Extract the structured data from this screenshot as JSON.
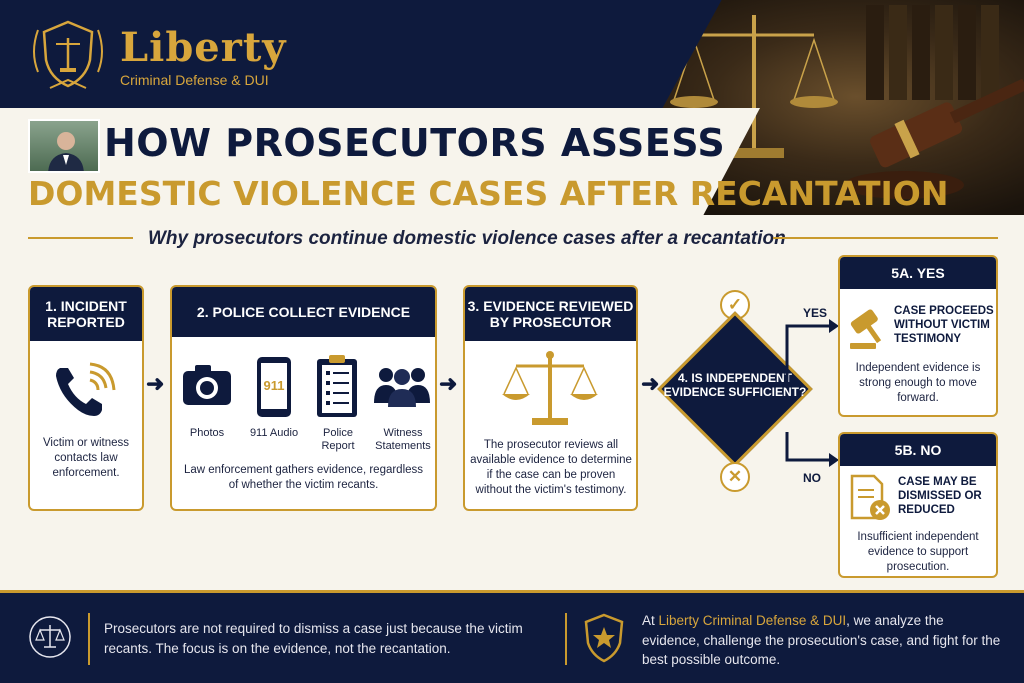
{
  "brand": {
    "name": "Liberty",
    "tagline": "Criminal Defense & DUI"
  },
  "title": {
    "line1": "HOW PROSECUTORS ASSESS",
    "line2": "DOMESTIC VIOLENCE CASES AFTER RECANTATION",
    "subtitle": "Why prosecutors continue domestic violence cases after a recantation"
  },
  "steps": {
    "step1": {
      "heading": "1. INCIDENT REPORTED",
      "text": "Victim or witness contacts law enforcement."
    },
    "step2": {
      "heading": "2. POLICE COLLECT EVIDENCE",
      "icons": [
        "Photos",
        "911 Audio",
        "Police Report",
        "Witness Statements"
      ],
      "phone_text": "911",
      "text": "Law enforcement gathers evidence, regardless of whether the victim recants."
    },
    "step3": {
      "heading": "3. EVIDENCE REVIEWED BY PROSECUTOR",
      "text": "The prosecutor reviews all available evidence to determine if the case can be proven without the victim's testimony."
    },
    "step4": {
      "text": "4. IS INDEPENDENT EVIDENCE SUFFICIENT?",
      "check": "✓",
      "cross": "✕"
    },
    "yes_label": "YES",
    "no_label": "NO",
    "step5a": {
      "heading": "5A. YES",
      "title": "CASE PROCEEDS WITHOUT VICTIM TESTIMONY",
      "text": "Independent evidence is strong enough to move forward."
    },
    "step5b": {
      "heading": "5B. NO",
      "title": "CASE MAY BE DISMISSED OR REDUCED",
      "text": "Insufficient independent evidence to support prosecution."
    }
  },
  "footer": {
    "left_text": "Prosecutors are not required to dismiss a case just because the victim recants. The focus is on the evidence, not the recantation.",
    "right_prefix": "At ",
    "right_brand": "Liberty Criminal Defense & DUI",
    "right_suffix": ", we analyze the evidence, challenge the prosecution's case, and fight for the best possible outcome."
  },
  "colors": {
    "navy": "#0e1a3d",
    "gold": "#c99a2e",
    "cream": "#f7f4ec"
  }
}
